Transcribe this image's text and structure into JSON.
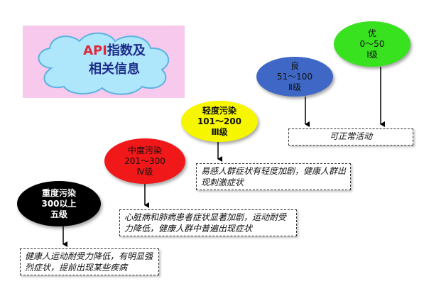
{
  "title": {
    "api": "API",
    "line1_rest": "指数及",
    "line2": "相关信息"
  },
  "grades": {
    "excellent": {
      "name": "优",
      "range": "0～50",
      "level": "Ⅰ级"
    },
    "good": {
      "name": "良",
      "range": "51～100",
      "level": "Ⅱ级"
    },
    "light": {
      "name": "轻度污染",
      "range": "101～200",
      "level": "Ⅲ级"
    },
    "moderate": {
      "name": "中度污染",
      "range": "201～300",
      "level": "Ⅳ级"
    },
    "heavy": {
      "name": "重度污染",
      "range": "300以上",
      "level": "五级"
    }
  },
  "notes": {
    "normal": "可正常活动",
    "light": "易感人群症状有轻度加剧，健康人群出现刺激症状",
    "moderate": "心脏病和肺病患者症状显著加剧，运动耐受力降低，健康人群中普遍出现症状",
    "heavy": "健康人运动耐受力降低，有明显强烈症状，提前出现某些疾病"
  },
  "colors": {
    "title_bg": "#f7c9ec",
    "cloud": "#aee6fb",
    "excellent": "#39e21f",
    "good": "#3e67c6",
    "light": "#f6f600",
    "moderate": "#f01818",
    "heavy": "#000000"
  }
}
